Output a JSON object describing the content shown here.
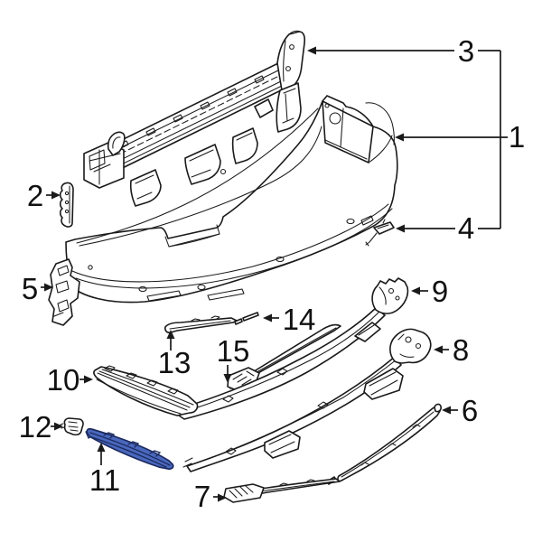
{
  "diagram": {
    "type": "exploded-parts-diagram",
    "subject": "rear-bumper-assembly",
    "background_color": "#ffffff",
    "line_color": "#1a1a1a",
    "highlight": {
      "part": "11",
      "fill": "#4a68bd",
      "stroke": "#1c2a60"
    }
  },
  "callouts": {
    "1": {
      "label": "1"
    },
    "2": {
      "label": "2"
    },
    "3": {
      "label": "3"
    },
    "4": {
      "label": "4"
    },
    "5": {
      "label": "5"
    },
    "6": {
      "label": "6"
    },
    "7": {
      "label": "7"
    },
    "8": {
      "label": "8"
    },
    "9": {
      "label": "9"
    },
    "10": {
      "label": "10"
    },
    "11": {
      "label": "11"
    },
    "12": {
      "label": "12"
    },
    "13": {
      "label": "13"
    },
    "14": {
      "label": "14"
    },
    "15": {
      "label": "15"
    }
  }
}
